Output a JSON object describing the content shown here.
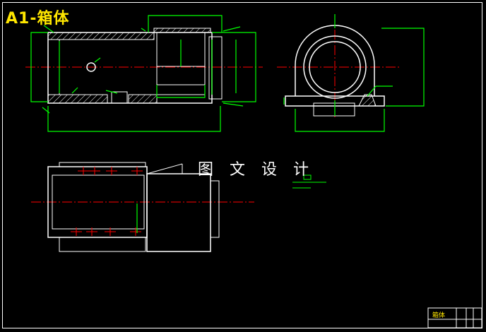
{
  "drawing": {
    "title": "A1-箱体",
    "watermark": "图 文 设 计",
    "title_block_name": "箱体"
  },
  "colors": {
    "background": "#000000",
    "outline": "#ffffff",
    "dimension": "#00ff00",
    "centerline": "#ff0000",
    "title": "#ffe600"
  }
}
